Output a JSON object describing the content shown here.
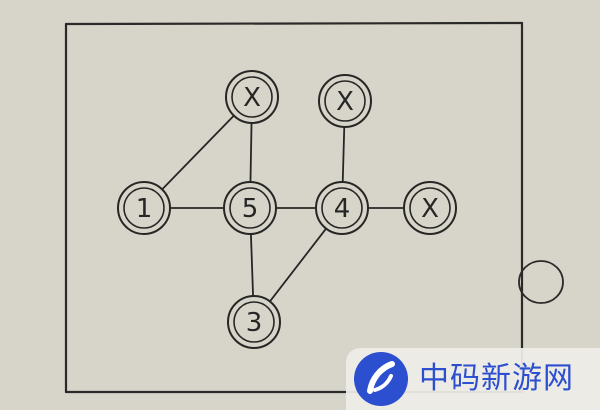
{
  "puzzle": {
    "nodes": [
      {
        "id": "n-1",
        "label": "1",
        "kind": "number"
      },
      {
        "id": "n-5",
        "label": "5",
        "kind": "number"
      },
      {
        "id": "n-4",
        "label": "4",
        "kind": "number"
      },
      {
        "id": "n-3",
        "label": "3",
        "kind": "number"
      },
      {
        "id": "n-x-top",
        "label": "X",
        "kind": "unknown"
      },
      {
        "id": "n-x-top-right",
        "label": "X",
        "kind": "unknown"
      },
      {
        "id": "n-x-right",
        "label": "X",
        "kind": "unknown"
      }
    ],
    "edges": [
      [
        "n-1",
        "n-x-top"
      ],
      [
        "n-1",
        "n-5"
      ],
      [
        "n-x-top",
        "n-5"
      ],
      [
        "n-5",
        "n-4"
      ],
      [
        "n-5",
        "n-3"
      ],
      [
        "n-4",
        "n-3"
      ],
      [
        "n-4",
        "n-x-top-right"
      ],
      [
        "n-4",
        "n-x-right"
      ]
    ]
  },
  "watermark": {
    "text": "中码新游网",
    "brand_color": "#2c4fd0"
  },
  "colors": {
    "paper": "#d7d4ca",
    "ink": "#262624"
  }
}
